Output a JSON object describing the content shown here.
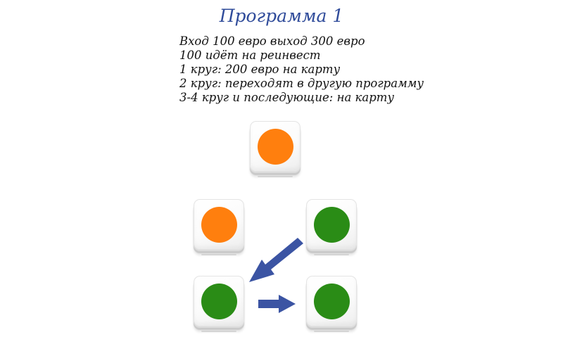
{
  "title": "Программа 1",
  "description_lines": [
    "Вход 100 евро выход 300 евро",
    "100 идёт на реинвест",
    "1 круг: 200 евро на карту",
    "2 круг: переходят в другую программу",
    "3-4 круг и последующие: на карту"
  ],
  "tiles": [
    {
      "name": "top",
      "dot_color": "#ff7f0e"
    },
    {
      "name": "middle-left",
      "dot_color": "#ff7f0e"
    },
    {
      "name": "middle-right",
      "dot_color": "#2a8c16"
    },
    {
      "name": "bottom-left",
      "dot_color": "#2a8c16"
    },
    {
      "name": "bottom-right",
      "dot_color": "#2a8c16"
    }
  ],
  "colors": {
    "title": "#2f4b9a",
    "arrow": "#3b54a3",
    "orange": "#ff7f0e",
    "green": "#2a8c16"
  },
  "arrows": [
    {
      "from": "middle-right",
      "to": "bottom-left",
      "icon": "arrow-down-left-icon"
    },
    {
      "from": "bottom-left",
      "to": "bottom-right",
      "icon": "arrow-right-icon"
    }
  ]
}
